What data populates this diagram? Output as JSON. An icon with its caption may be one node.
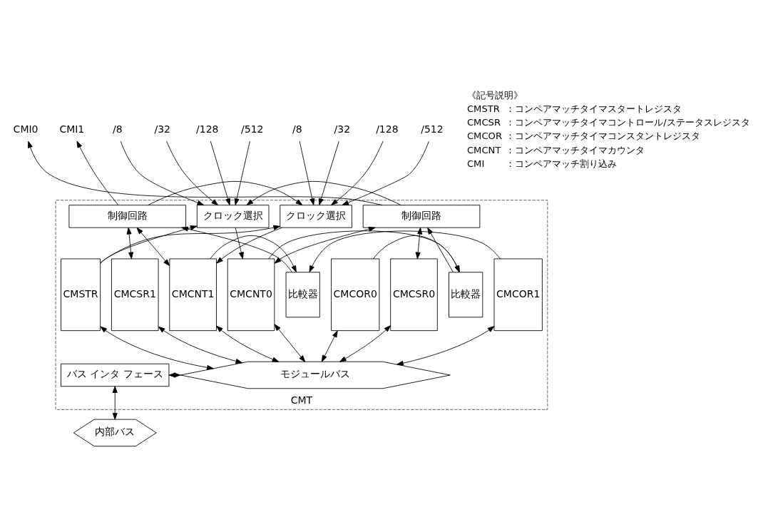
{
  "diagram": {
    "nodes": [
      {
        "text": [
          "CMT"
        ]
      },
      {
        "text": [
          "制御回路"
        ],
        "in": 0
      },
      {
        "text": [
          "クロック選択"
        ],
        "in": 0
      },
      {
        "text": [
          "制御回路"
        ],
        "in": 0
      },
      {
        "text": [
          "クロック選択"
        ],
        "in": 0
      },
      {
        "text": [
          "CMSTR"
        ],
        "in": 0
      },
      {
        "text": [
          "CMCSR0"
        ],
        "in": 0
      },
      {
        "text": [
          "CMCOR0"
        ],
        "in": 0
      },
      {
        "text": [
          "比較器"
        ],
        "in": 0
      },
      {
        "text": [
          "CMCNT0"
        ],
        "in": 0
      },
      {
        "text": [
          "CMCSR1"
        ],
        "in": 0
      },
      {
        "text": [
          "CMCOR1"
        ],
        "in": 0
      },
      {
        "text": [
          "比較器"
        ],
        "in": 0
      },
      {
        "text": [
          "CMCNT1"
        ],
        "in": 0
      },
      {
        "text": [
          "モジュールバス"
        ],
        "in": 0
      },
      {
        "text": [
          "バス インタ フェース"
        ],
        "in": 0
      },
      {
        "text": [
          "内部バス"
        ]
      },
      {
        "text": [
          "CMI0"
        ]
      },
      {
        "text": [
          "CMI1"
        ]
      },
      {
        "text": [
          "/8"
        ]
      },
      {
        "text": [
          "/32"
        ]
      },
      {
        "text": [
          "/128"
        ]
      },
      {
        "text": [
          "/512"
        ]
      },
      {
        "text": [
          "/8"
        ]
      },
      {
        "text": [
          "/32"
        ]
      },
      {
        "text": [
          "/128"
        ]
      },
      {
        "text": [
          "/512"
        ]
      }
    ],
    "edges": [
      {
        "from": 1,
        "to": 17,
        "arrow": "to"
      },
      {
        "from": 1,
        "to": 2,
        "arrow": "to"
      },
      {
        "from": 19,
        "to": 2,
        "arrow": "to"
      },
      {
        "from": 20,
        "to": 2,
        "arrow": "to"
      },
      {
        "from": 21,
        "to": 2,
        "arrow": "to"
      },
      {
        "from": 22,
        "to": 2,
        "arrow": "to"
      },
      {
        "from": 1,
        "to": 6,
        "arrow": "both"
      },
      {
        "from": 8,
        "to": 1,
        "arrow": "to"
      },
      {
        "from": 1,
        "to": 9,
        "arrow": "both"
      },
      {
        "from": 5,
        "to": 2,
        "arrow": "to"
      },
      {
        "from": 5,
        "to": 4,
        "arrow": "to"
      },
      {
        "from": 2,
        "to": 9,
        "arrow": "to"
      },
      {
        "from": 7,
        "to": 8,
        "arrow": "to"
      },
      {
        "from": 9,
        "to": 8,
        "arrow": "to"
      },
      {
        "from": 3,
        "to": 18,
        "arrow": "to"
      },
      {
        "from": 3,
        "to": 4,
        "arrow": "to"
      },
      {
        "from": 23,
        "to": 4,
        "arrow": "to"
      },
      {
        "from": 24,
        "to": 4,
        "arrow": "to"
      },
      {
        "from": 25,
        "to": 4,
        "arrow": "to"
      },
      {
        "from": 26,
        "to": 4,
        "arrow": "to"
      },
      {
        "from": 3,
        "to": 10,
        "arrow": "both"
      },
      {
        "from": 12,
        "to": 3,
        "arrow": "to"
      },
      {
        "from": 3,
        "to": 13,
        "arrow": "both"
      },
      {
        "from": 4,
        "to": 13,
        "arrow": "to"
      },
      {
        "from": 11,
        "to": 12,
        "arrow": "to"
      },
      {
        "from": 13,
        "to": 12,
        "arrow": "to"
      },
      {
        "from": 5,
        "to": 14,
        "arrow": "both"
      },
      {
        "from": 6,
        "to": 14,
        "arrow": "both"
      },
      {
        "from": 7,
        "to": 14,
        "arrow": "both"
      },
      {
        "from": 9,
        "to": 14,
        "arrow": "both"
      },
      {
        "from": 10,
        "to": 14,
        "arrow": "both"
      },
      {
        "from": 11,
        "to": 14,
        "arrow": "both"
      },
      {
        "from": 13,
        "to": 14,
        "arrow": "both"
      },
      {
        "from": 14,
        "to": 15,
        "arrow": "both"
      },
      {
        "from": 15,
        "to": 16,
        "arrow": "both"
      }
    ],
    "labels": [
      "《記号説明》",
      "CMSTR",
      "：コンペアマッチタイマスタートレジスタ",
      "CMCSR",
      "：コンペアマッチタイマコントロール/ステータスレジスタ",
      "CMCOR",
      "：コンペアマッチタイマコンスタントレジスタ",
      "CMCNT",
      "：コンペアマッチタイマカウンタ",
      "CMI",
      "：コンペアマッチ割り込み"
    ]
  }
}
